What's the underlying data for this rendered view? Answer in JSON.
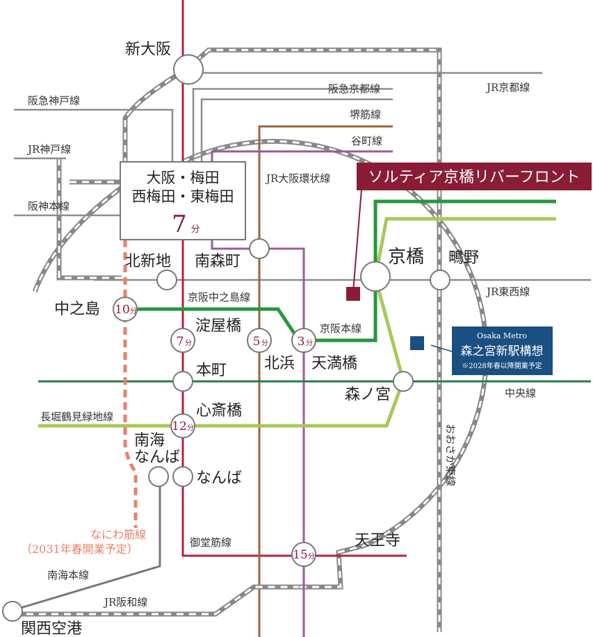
{
  "colors": {
    "midosuji": "#b8203f",
    "sakaisuji": "#a0603c",
    "tanimachi": "#9b5a9c",
    "keihan_nakanoshima": "#27973b",
    "nagahori": "#a8c85a",
    "chuo": "#1f7d4a",
    "jr": "#888888",
    "private": "#8c8c8c",
    "naniwasuji": "#e8826a",
    "accent": "#8a1c36",
    "metro_blue": "#1a4f82"
  },
  "stations": {
    "shin_osaka": "新大阪",
    "kitashinchi": "北新地",
    "minamimorimachi": "南森町",
    "kyobashi": "京橋",
    "shigino": "鴫野",
    "nakanoshima": "中之島",
    "yodoyabashi": "淀屋橋",
    "kitahama": "北浜",
    "tenmabashi": "天満橋",
    "honmachi": "本町",
    "morinomiya": "森ノ宮",
    "shinsaibashi": "心斎橋",
    "nankai_namba": "南海\nなんば",
    "namba": "なんば",
    "tennoji": "天王寺",
    "kansai_airport": "関西空港"
  },
  "lines": {
    "hankyu_kobe": "阪急神戸線",
    "jr_kobe": "JR神戸線",
    "hanshin": "阪神本線",
    "hankyu_kyoto": "阪急京都線",
    "jr_kyoto": "JR京都線",
    "sakaisuji": "堺筋線",
    "tanimachi": "谷町線",
    "jr_loop": "JR大阪環状線",
    "keihan_nakanoshima": "京阪中之島線",
    "keihan_main": "京阪本線",
    "jr_tozai": "JR東西線",
    "chuo": "中央線",
    "nagahori": "長堀鶴見緑地線",
    "osaka_higashi": "おおさか東線",
    "midosuji": "御堂筋線",
    "nankai_main": "南海本線",
    "jr_hanwa": "JR阪和線",
    "naniwasuji": "なにわ筋線",
    "naniwasuji_note": "（2031年春開業予定）"
  },
  "umeda_box": {
    "line1": "大阪・梅田",
    "line2": "西梅田・東梅田",
    "minutes": "7",
    "unit": "分"
  },
  "property": {
    "name": "ソルティア京橋リバーフロント"
  },
  "metro_box": {
    "brand": "Osaka Metro",
    "title": "森之宮新駅構想",
    "note": "※2028年春以降開業予定"
  },
  "minutes": {
    "nakanoshima": "10",
    "yodoyabashi": "7",
    "kitahama": "5",
    "tenmabashi": "3",
    "shinsaibashi": "12",
    "tennoji": "15",
    "unit": "分"
  }
}
